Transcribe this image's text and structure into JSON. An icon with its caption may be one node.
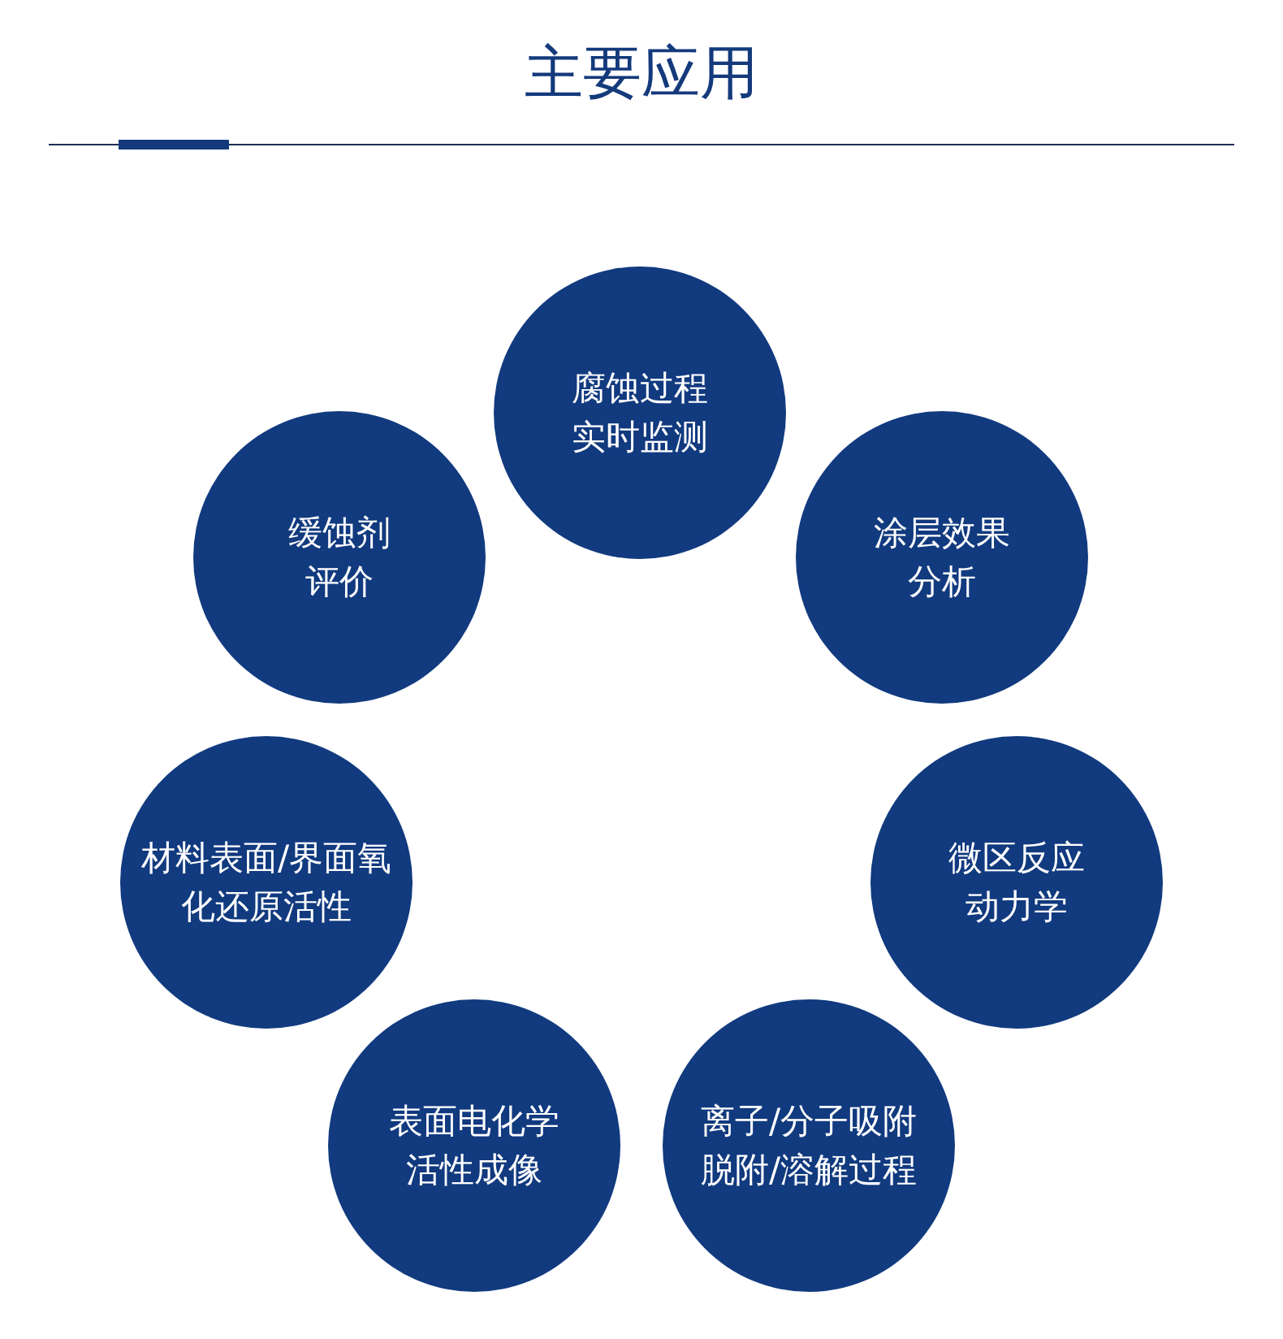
{
  "diagram": {
    "title": "主要应用",
    "nodes": [
      {
        "text": [
          "腐蚀过程实时监测"
        ]
      },
      {
        "text": [
          "缓蚀剂评价"
        ]
      },
      {
        "text": [
          "涂层效果分析"
        ]
      },
      {
        "text": [
          "材料表面/界面氧化还原活性"
        ]
      },
      {
        "text": [
          "微区反应动力学"
        ]
      },
      {
        "text": [
          "表面电化学活性成像"
        ]
      },
      {
        "text": [
          "离子/分子吸附脱附/溶解过程"
        ]
      }
    ],
    "edges": []
  }
}
